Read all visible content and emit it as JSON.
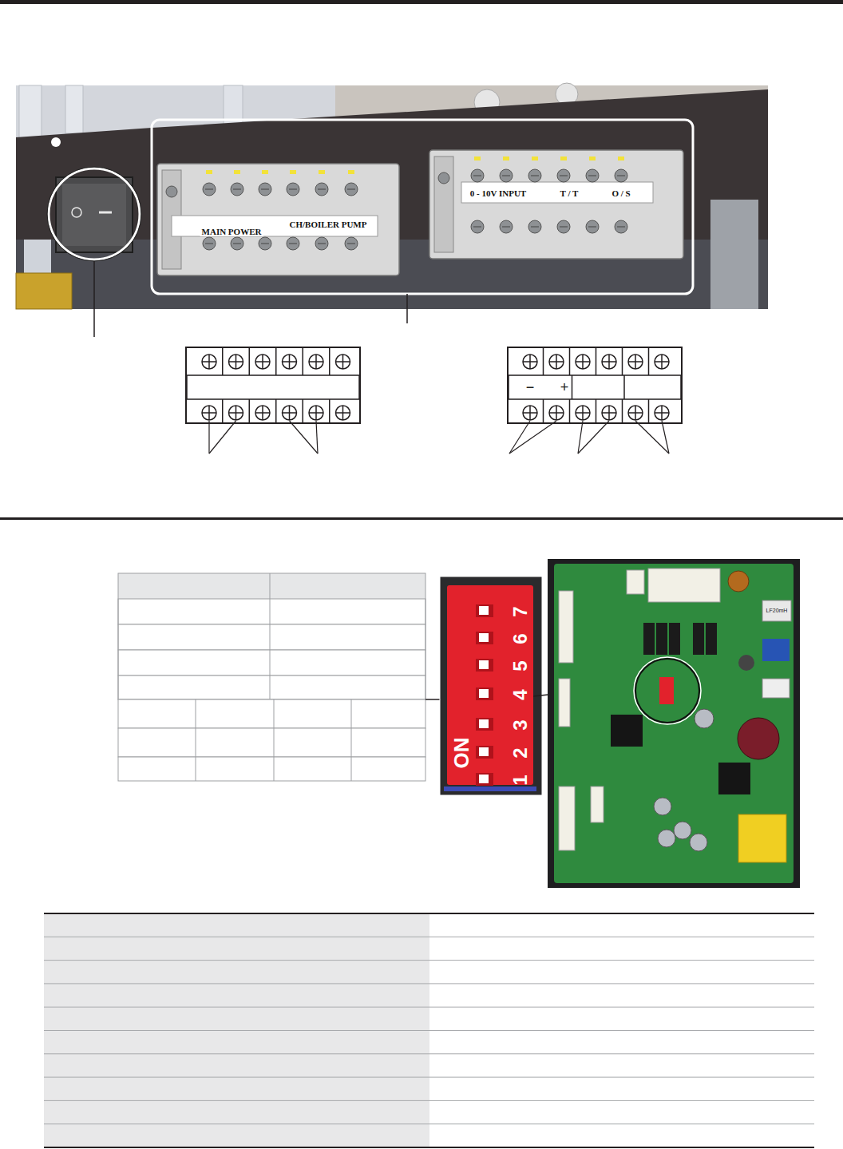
{
  "diagram": {
    "labels": [
      "MAIN POWER",
      "CH/BOILER PUMP",
      "0 - 10V INPUT",
      "T / T",
      "O / S",
      "−",
      "+",
      "7",
      "6",
      "5",
      "4",
      "3",
      "2",
      "ON",
      "1",
      "LF20mH"
    ]
  }
}
